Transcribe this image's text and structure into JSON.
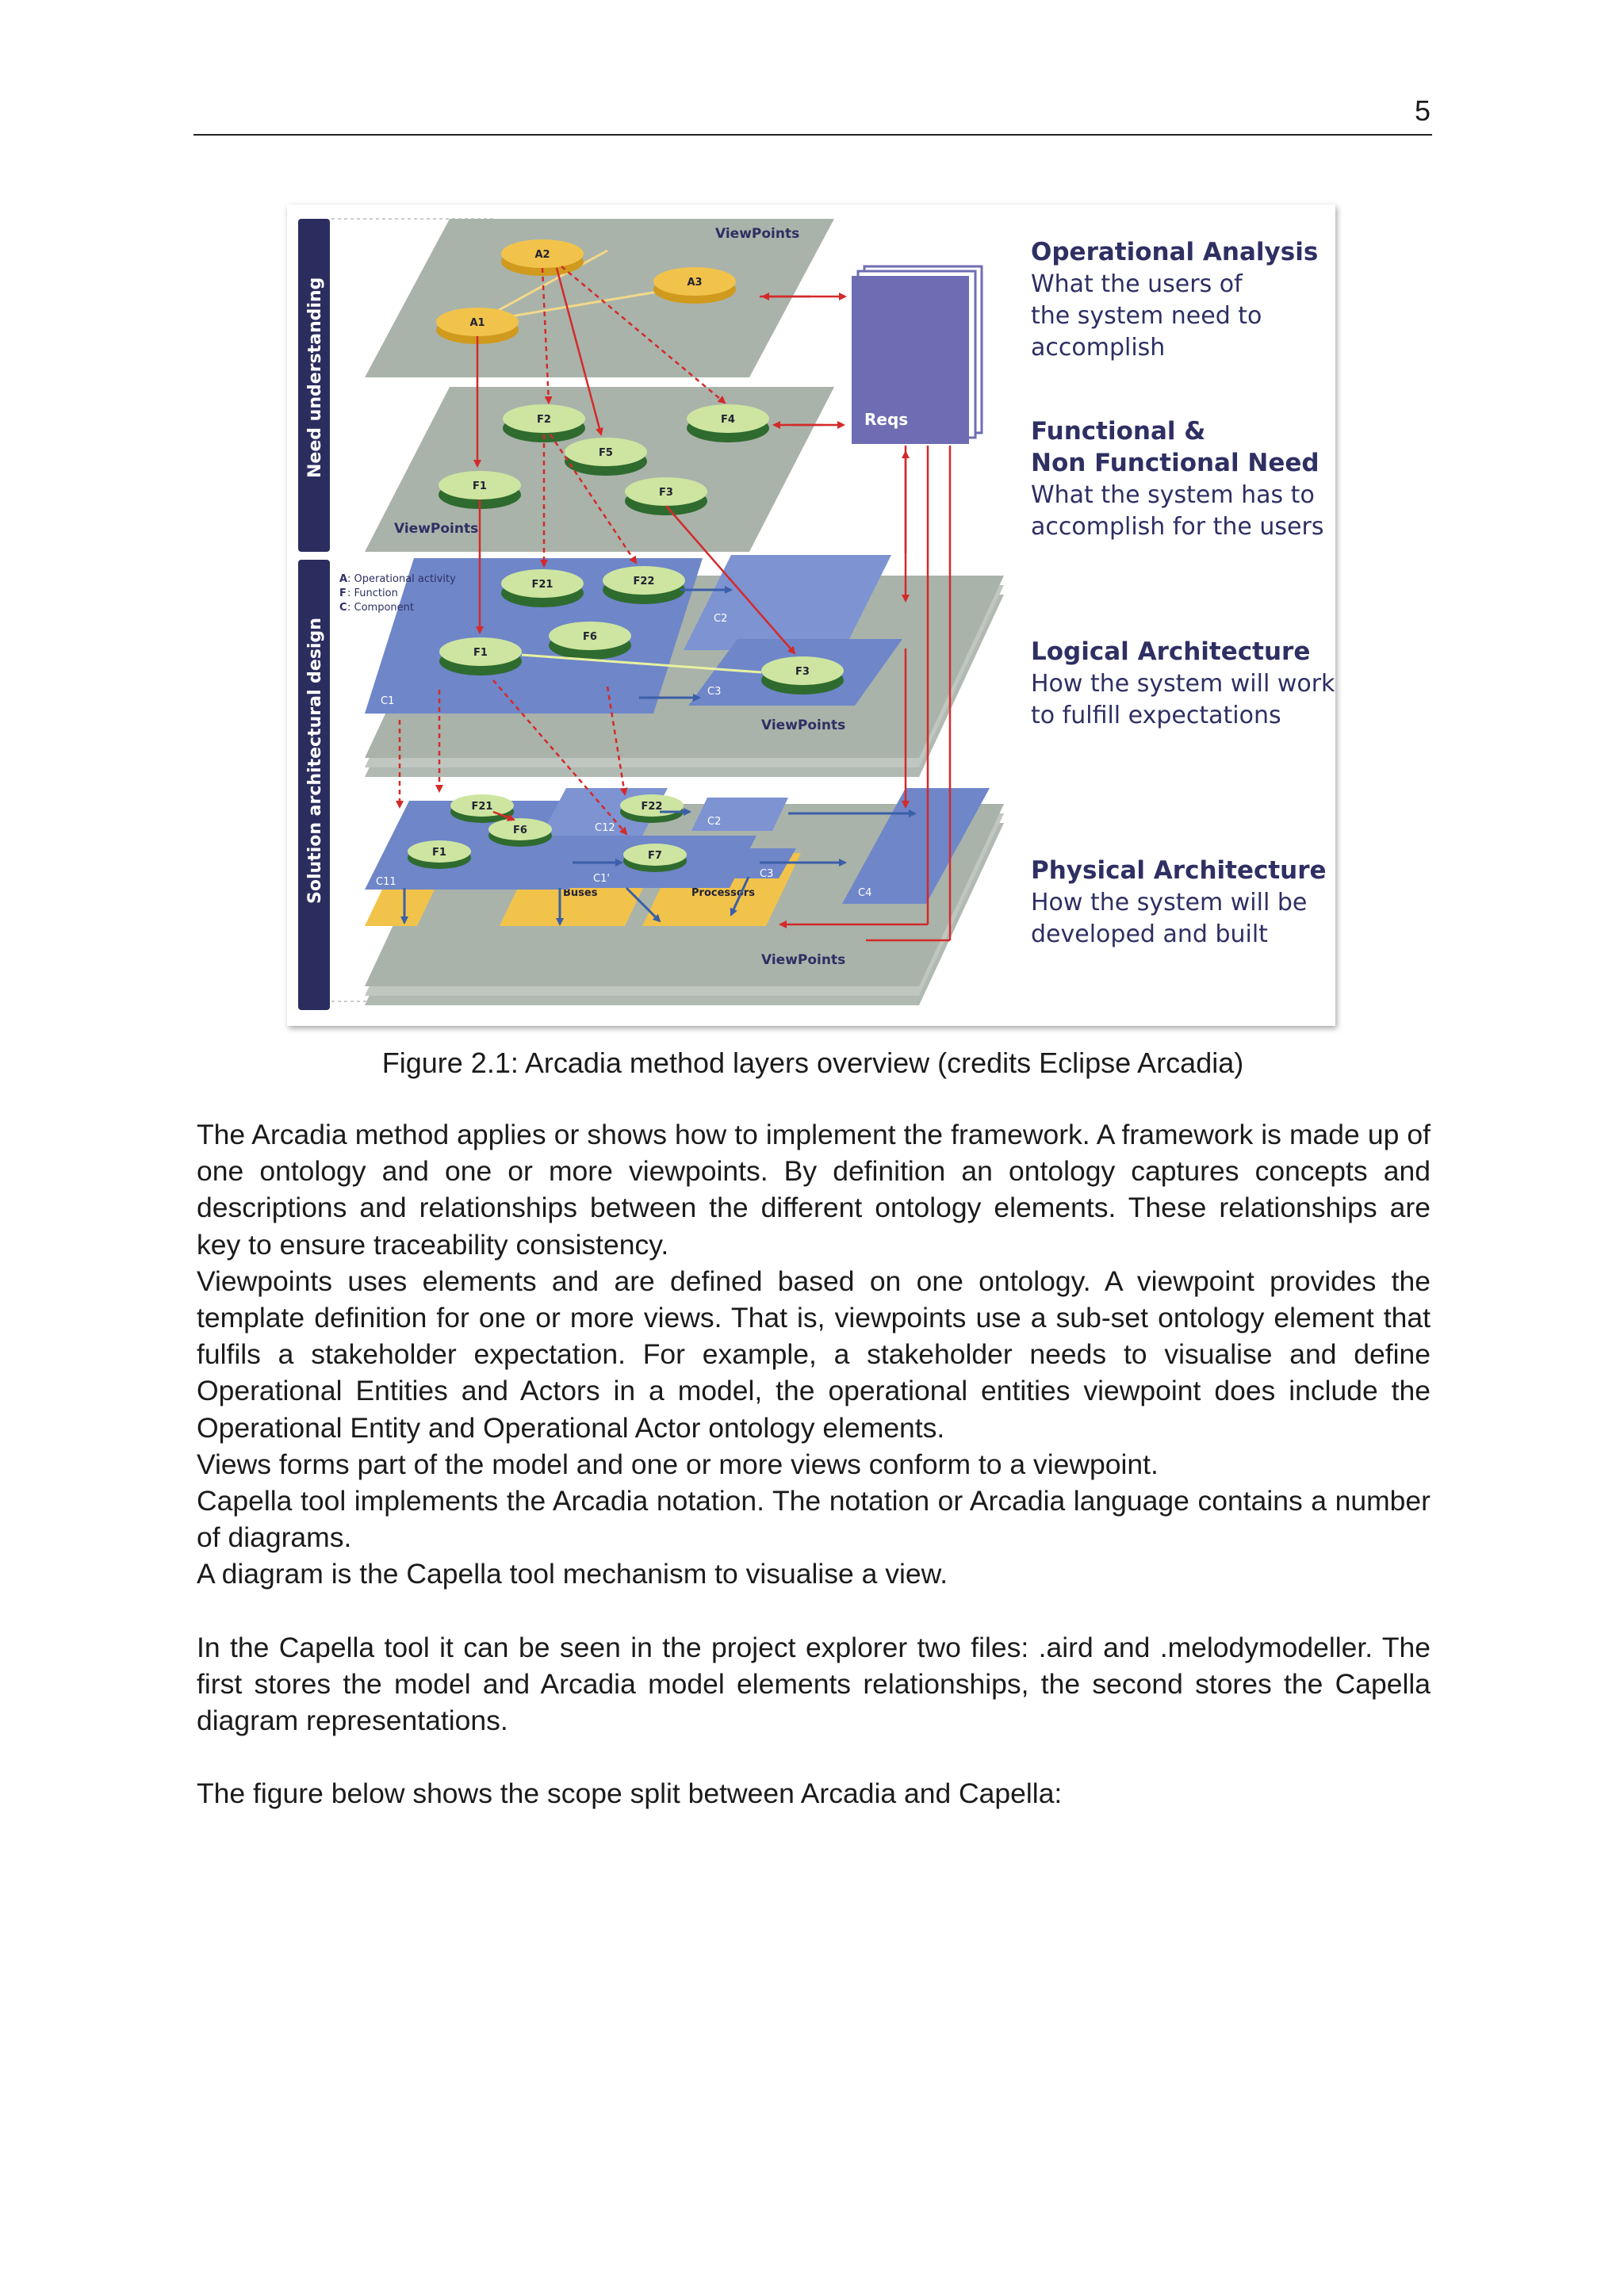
{
  "header": {
    "page_number": "5"
  },
  "figure": {
    "side_labels": {
      "top": "Need understanding",
      "bottom": "Solution architectural design"
    },
    "layers": [
      {
        "title": "Operational Analysis",
        "desc": [
          "What the users of",
          "the system need to",
          "accomplish"
        ]
      },
      {
        "title": [
          "Functional &",
          "Non Functional Need"
        ],
        "desc": [
          "What the system has to",
          "accomplish for the users"
        ]
      },
      {
        "title": "Logical Architecture",
        "desc": [
          "How the system will work",
          "to fulfill expectations"
        ]
      },
      {
        "title": "Physical Architecture",
        "desc": [
          "How the system will be",
          "developed and built"
        ]
      }
    ],
    "viewpoints_label": "ViewPoints",
    "reqs_label": "Reqs",
    "legend": [
      {
        "key": "A",
        "text": ": Operational activity"
      },
      {
        "key": "F",
        "text": ": Function"
      },
      {
        "key": "C",
        "text": ": Component"
      }
    ],
    "nodes": {
      "operational": [
        "A1",
        "A2",
        "A3"
      ],
      "functional": [
        "F1",
        "F2",
        "F3",
        "F4",
        "F5"
      ],
      "logical": [
        "F1",
        "F21",
        "F22",
        "F6",
        "F3"
      ],
      "logical_components": [
        "C1",
        "C2",
        "C3"
      ],
      "physical": [
        "F1",
        "F21",
        "F6",
        "F22",
        "F7"
      ],
      "physical_components": [
        "C11",
        "C12",
        "C1'",
        "C2",
        "C3",
        "C4"
      ],
      "physical_resources": [
        "Buses",
        "Processors"
      ]
    },
    "colors": {
      "navy": "#2b2d5f",
      "gray_layer": "#a9b3aa",
      "blue_layer": "#6f86c9",
      "yellow": "#f2c34a",
      "green_node": "#cde5a0",
      "green_node_side": "#2f6b2f",
      "req_purple": "#6e6db3",
      "arrow_red": "#d42a2a"
    }
  },
  "caption": "Figure 2.1: Arcadia method layers overview (credits Eclipse Arcadia)",
  "body": {
    "paragraphs": [
      "The Arcadia method applies or shows how to implement the framework. A framework is made up of one ontology and one or more viewpoints. By definition an ontology captures concepts and descriptions and relationships between the different ontology elements. These relationships are key to ensure traceability consistency.",
      "Viewpoints uses elements and are defined based on one ontology. A viewpoint provides the template definition for one or more views. That is, viewpoints use a sub-set ontology element that fulfils a stakeholder expectation. For example, a stakeholder needs to visualise and define Operational Entities and Actors in a model, the operational entities viewpoint does include the Operational Entity and Operational Actor ontology elements.",
      "Views forms part of the model and one or more views conform to a viewpoint.",
      "Capella tool implements the Arcadia notation. The notation or Arcadia language contains a number of diagrams.",
      "A diagram is the Capella tool mechanism to visualise a view.",
      "In the Capella tool it can be seen in the project explorer two files: .aird and .melodymodeller. The first stores the model and Arcadia model elements relationships, the second stores the Capella diagram representations.",
      "The figure below shows the scope split between Arcadia and Capella:"
    ]
  }
}
